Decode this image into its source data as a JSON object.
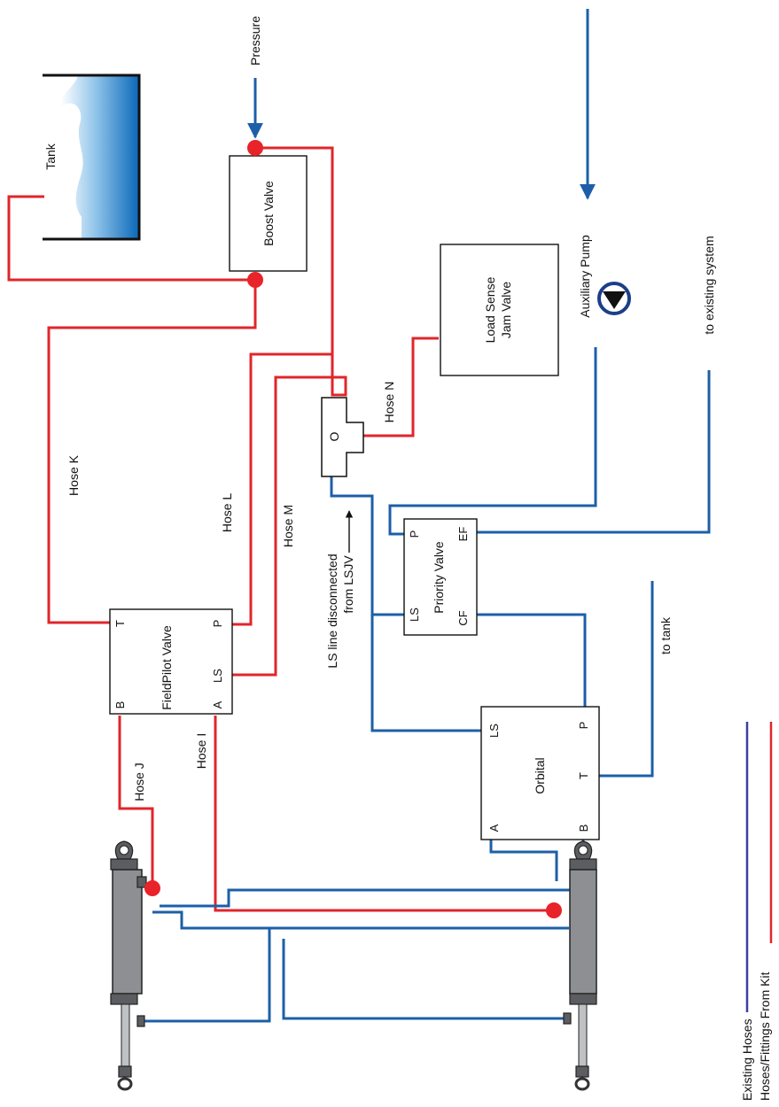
{
  "labels": {
    "pressure": "Pressure",
    "tank": "Tank",
    "boost_valve": "Boost Valve",
    "load_sense_line1": "Load Sense",
    "load_sense_line2": "Jam Valve",
    "auxiliary_pump": "Auxiliary Pump",
    "to_existing_system": "to existing system",
    "orifice": "O",
    "hose_k": "Hose K",
    "hose_l": "Hose L",
    "hose_m": "Hose M",
    "hose_n": "Hose N",
    "hose_i": "Hose I",
    "hose_j": "Hose J",
    "ls_disconnected_line1": "LS line disconnected",
    "ls_disconnected_line2": "from LSJV",
    "to_tank": "to tank"
  },
  "fieldpilot": {
    "title": "FieldPilot Valve",
    "port_t": "T",
    "port_p": "P",
    "port_ls": "LS",
    "port_b": "B",
    "port_a": "A"
  },
  "priority": {
    "title": "Priority Valve",
    "port_p": "P",
    "port_ef": "EF",
    "port_ls": "LS",
    "port_cf": "CF"
  },
  "orbital": {
    "title": "Orbital",
    "port_ls": "LS",
    "port_p": "P",
    "port_t": "T",
    "port_a": "A",
    "port_b": "B"
  },
  "legend": {
    "existing_label": "Existing Hoses",
    "kit_label": "Hoses/Fittings From Kit",
    "existing_color": "#3a3fa0",
    "kit_color": "#e0262b"
  },
  "colors": {
    "kit_hose": "#e0262b",
    "existing_hose": "#1c5fa8"
  }
}
